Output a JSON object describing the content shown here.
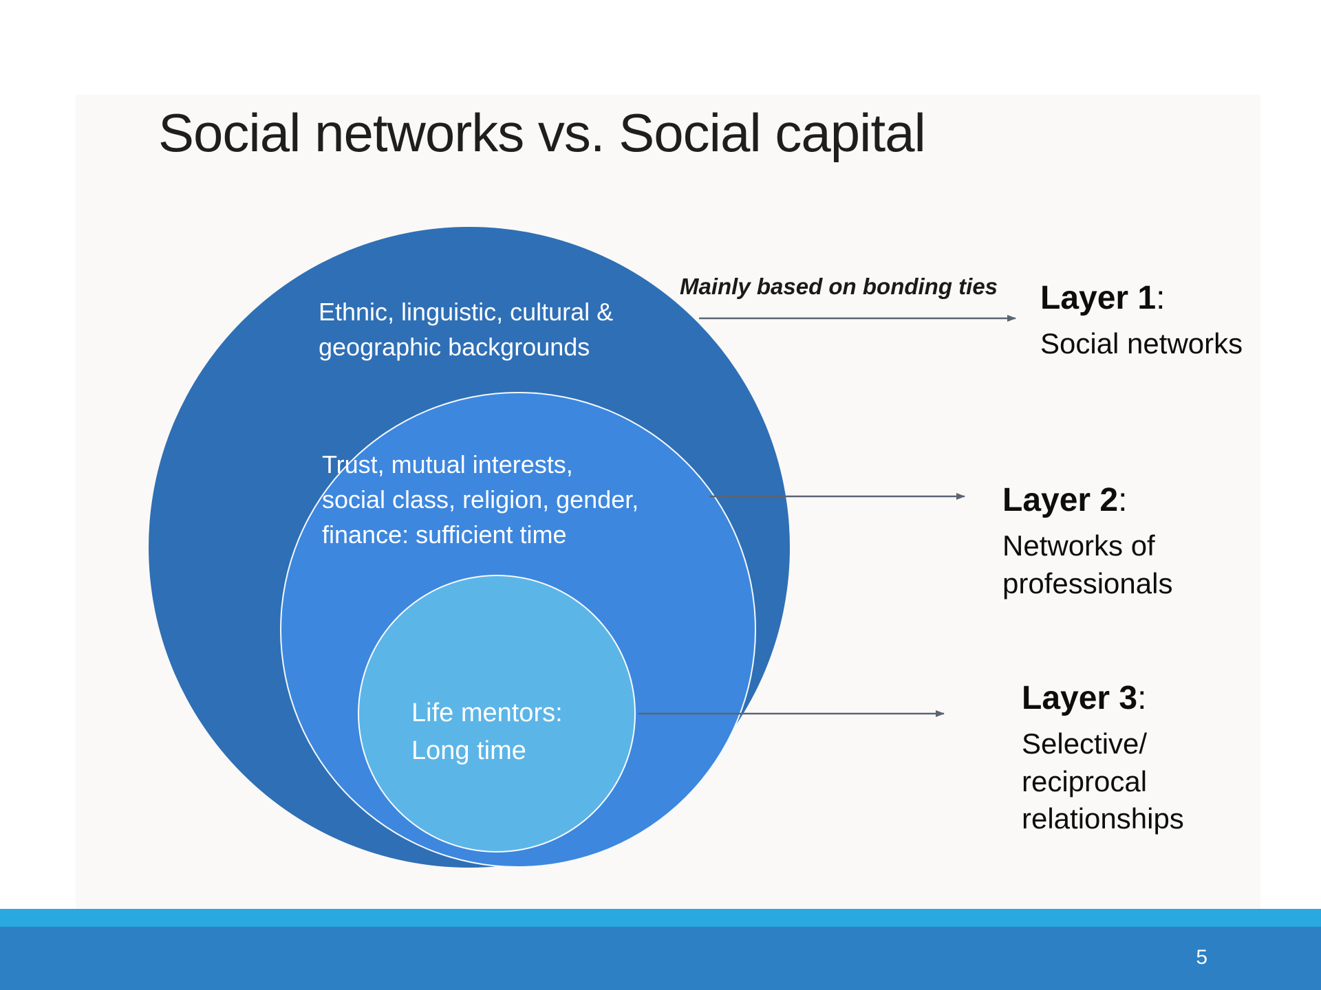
{
  "slide": {
    "title": "Social networks vs. Social capital"
  },
  "diagram": {
    "annotation": "Mainly based on bonding ties",
    "circles": {
      "outer": {
        "label": "Ethnic, linguistic, cultural &\ngeographic backgrounds",
        "color": "#2f6fb5"
      },
      "middle": {
        "label": "Trust, mutual interests,\nsocial class, religion, gender,\nfinance: sufficient time",
        "color": "#3d87de"
      },
      "inner": {
        "label": "Life mentors:\nLong time",
        "color": "#5cb5e7"
      }
    },
    "arrow_color": "#5b6473",
    "layers": [
      {
        "name": "Layer 1",
        "colon": ":",
        "desc": "Social networks"
      },
      {
        "name": "Layer 2",
        "colon": ":",
        "desc": "Networks of\nprofessionals"
      },
      {
        "name": "Layer 3",
        "colon": ":",
        "desc": "Selective/\nreciprocal\nrelationships"
      }
    ]
  },
  "footer": {
    "bar_light_color": "#2aa9e1",
    "bar_dark_color": "#2d80c4",
    "page_number": "5"
  }
}
